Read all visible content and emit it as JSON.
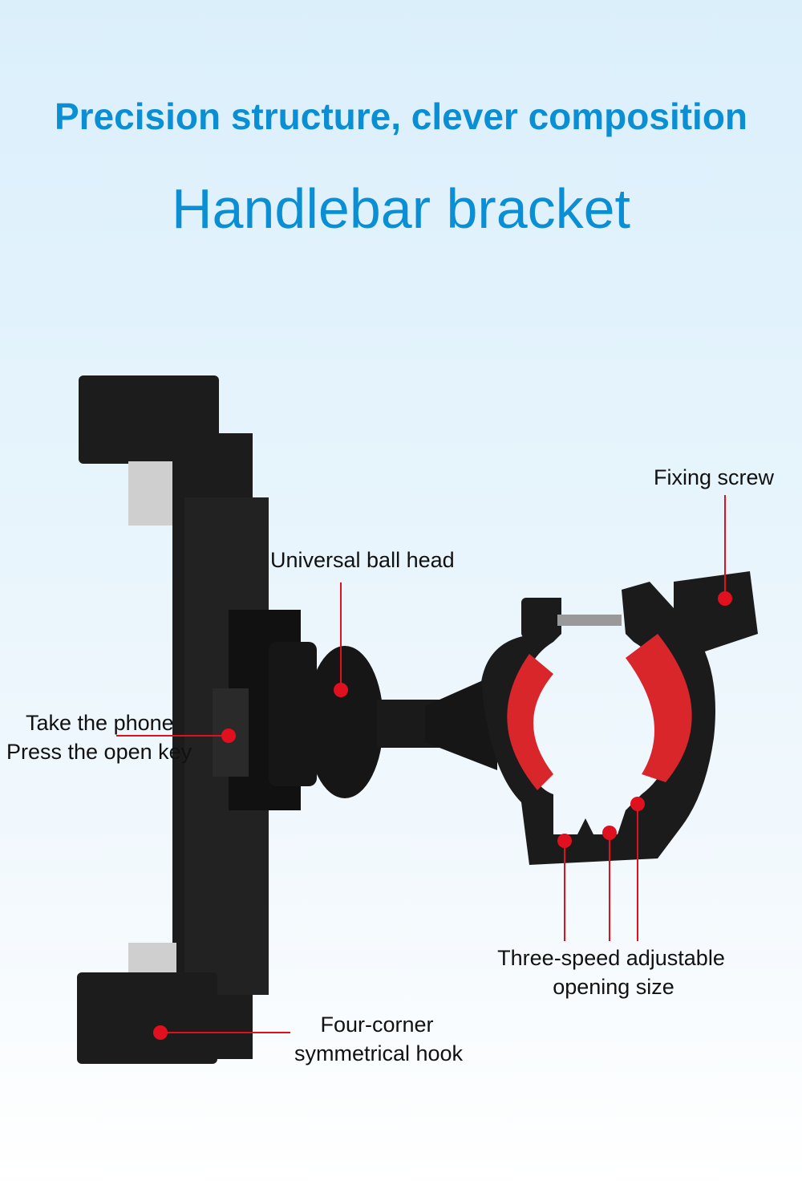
{
  "header": {
    "subtitle": "Precision structure, clever composition",
    "title": "Handlebar bracket"
  },
  "callouts": {
    "fixing_screw": "Fixing screw",
    "ball_head": "Universal ball head",
    "take_phone": "Take the phone",
    "press_key": "Press the open key",
    "three_speed_1": "Three-speed adjustable",
    "three_speed_2": "opening size",
    "four_corner_1": "Four-corner",
    "four_corner_2": "symmetrical hook"
  },
  "colors": {
    "title": "#0b8fd4",
    "marker": "#e0101e",
    "pad": "#d8262b",
    "body": "#1a1a1a"
  }
}
